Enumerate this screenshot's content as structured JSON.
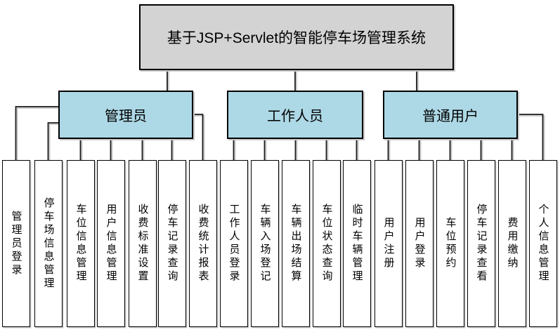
{
  "diagram": {
    "title": "基于JSP+Servlet的智能停车场管理系统",
    "roles": [
      {
        "label": "管理员",
        "children": [
          "管理员登录",
          "停车场信息管理",
          "车位信息管理",
          "用户信息管理",
          "收费标准设置",
          "停车记录查询",
          "收费统计报表"
        ]
      },
      {
        "label": "工作人员",
        "children": [
          "工作人员登录",
          "车辆入场登记",
          "车辆出场结算",
          "车位状态查询",
          "临时车辆管理"
        ]
      },
      {
        "label": "普通用户",
        "children": [
          "用户注册",
          "用户登录",
          "车位预约",
          "停车记录查看",
          "费用缴纳",
          "个人信息管理"
        ]
      }
    ],
    "colors": {
      "root_fill": "#d3d3d3",
      "role_fill": "#add8e6",
      "leaf_fill": "#ffffff",
      "border": "#000000",
      "connector": "#1a1a1a",
      "shadow": "#c9c9c9"
    }
  }
}
